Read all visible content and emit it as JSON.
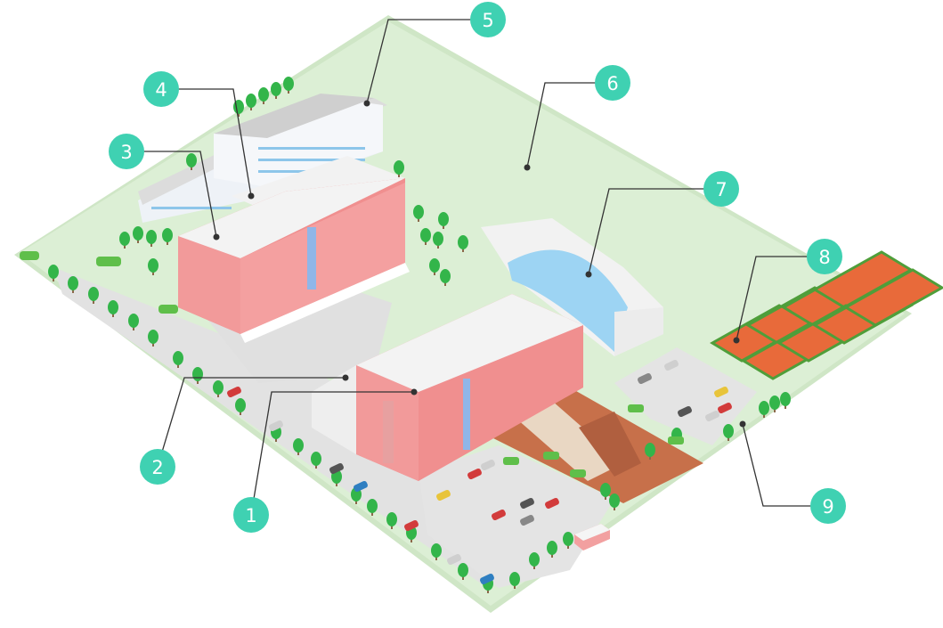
{
  "markers": [
    {
      "label": "1",
      "name": "academic-building-main"
    },
    {
      "label": "2",
      "name": "campus-road"
    },
    {
      "label": "3",
      "name": "academic-building-north"
    },
    {
      "label": "4",
      "name": "connector-building"
    },
    {
      "label": "5",
      "name": "dormitory-building"
    },
    {
      "label": "6",
      "name": "green-field"
    },
    {
      "label": "7",
      "name": "gymnasium"
    },
    {
      "label": "8",
      "name": "tennis-courts"
    },
    {
      "label": "9",
      "name": "parking-lot"
    }
  ],
  "colors": {
    "marker": "#3fd1b2",
    "grass": "#dcefd5",
    "grass_edge": "#c6e1bd",
    "building_pink": "#f08f8f",
    "roof": "#f3f3f3",
    "court": "#e86a3a",
    "court_border": "#4f9e3a",
    "tree": "#33b54a",
    "pavement": "#e6e6e6",
    "plaza": "#c7704a",
    "glass": "#9dd4f3"
  }
}
